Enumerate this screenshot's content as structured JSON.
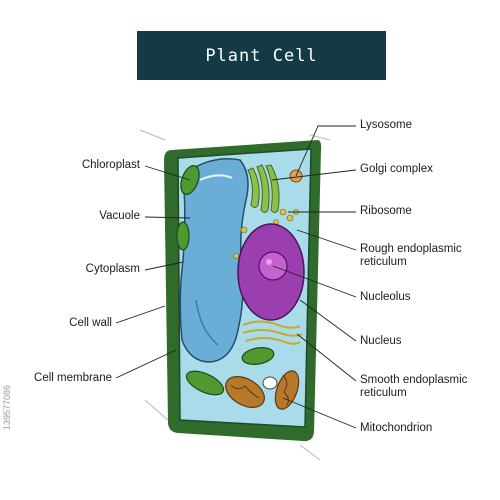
{
  "title": "Plant Cell",
  "labels_left": {
    "chloroplast": "Chloroplast",
    "vacuole": "Vacuole",
    "cytoplasm": "Cytoplasm",
    "cell_wall": "Cell wall",
    "cell_membrane": "Cell membrane"
  },
  "labels_right": {
    "lysosome": "Lysosome",
    "golgi_complex": "Golgi complex",
    "ribosome": "Ribosome",
    "rough_er": "Rough endoplasmic\nreticulum",
    "nucleolus": "Nucleolus",
    "nucleus": "Nucleus",
    "smooth_er": "Smooth endoplasmic\nreticulum",
    "mitochondrion": "Mitochondrion"
  },
  "stock_id": "139577086",
  "colors": {
    "title_bg": "#143a44",
    "cell_wall": "#2f6b2a",
    "cytoplasm": "#a9dcea",
    "vacuole": "#6aaed8",
    "nucleus": "#9b3fb0",
    "nucleolus": "#c561d1",
    "chloroplast": "#4f9a2f",
    "golgi": "#8fbf4a",
    "smooth_er": "#d8c24a",
    "mitochondrion": "#b8782a"
  }
}
